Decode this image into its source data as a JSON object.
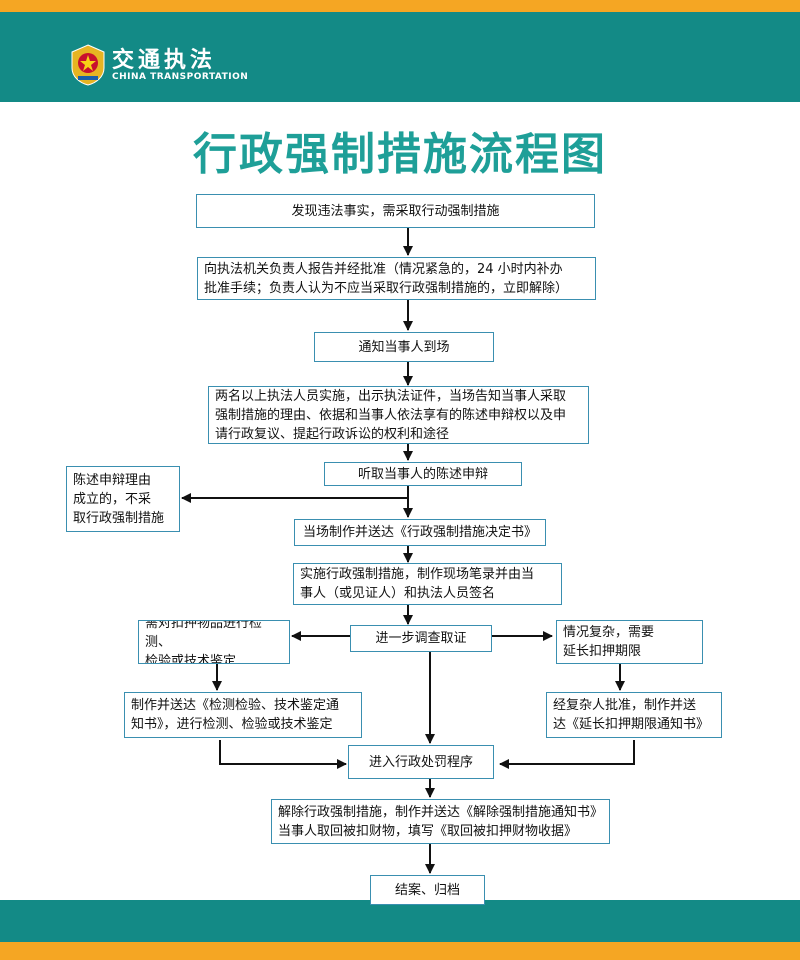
{
  "header": {
    "brand_cn": "交通执法",
    "brand_en": "CHINA TRANSPORTATION",
    "colors": {
      "orange": "#f5a623",
      "teal": "#138a86",
      "title": "#1e9f98",
      "box_border": "#3a8fb0"
    }
  },
  "title": "行政强制措施流程图",
  "nodes": {
    "n1": "发现违法事实，需采取行动强制措施",
    "n2": "向执法机关负责人报告并经批准（情况紧急的，24 小时内补办\n批准手续；负责人认为不应当采取行政强制措施的，立即解除）",
    "n3": "通知当事人到场",
    "n4": "两名以上执法人员实施，出示执法证件，当场告知当事人采取\n强制措施的理由、依据和当事人依法享有的陈述申辩权以及申\n请行政复议、提起行政诉讼的权利和途径",
    "n5": "听取当事人的陈述申辩",
    "n_side": "陈述申辩理由\n成立的，不采\n取行政强制措施",
    "n6": "当场制作并送达《行政强制措施决定书》",
    "n7": "实施行政强制措施，制作现场笔录并由当\n事人（或见证人）和执法人员签名",
    "n8": "进一步调查取证",
    "n_l1": "需对扣押物品进行检测、\n检验或技术鉴定",
    "n_r1": "情况复杂，需要\n延长扣押期限",
    "n_l2": "制作并送达《检测检验、技术鉴定通\n知书》，进行检测、检验或技术鉴定",
    "n_r2": "经复杂人批准，制作并送\n达《延长扣押期限通知书》",
    "n9": "进入行政处罚程序",
    "n10": "解除行政强制措施，制作并送达《解除强制措施通知书》\n当事人取回被扣财物，填写《取回被扣押财物收据》",
    "n11": "结案、归档"
  }
}
